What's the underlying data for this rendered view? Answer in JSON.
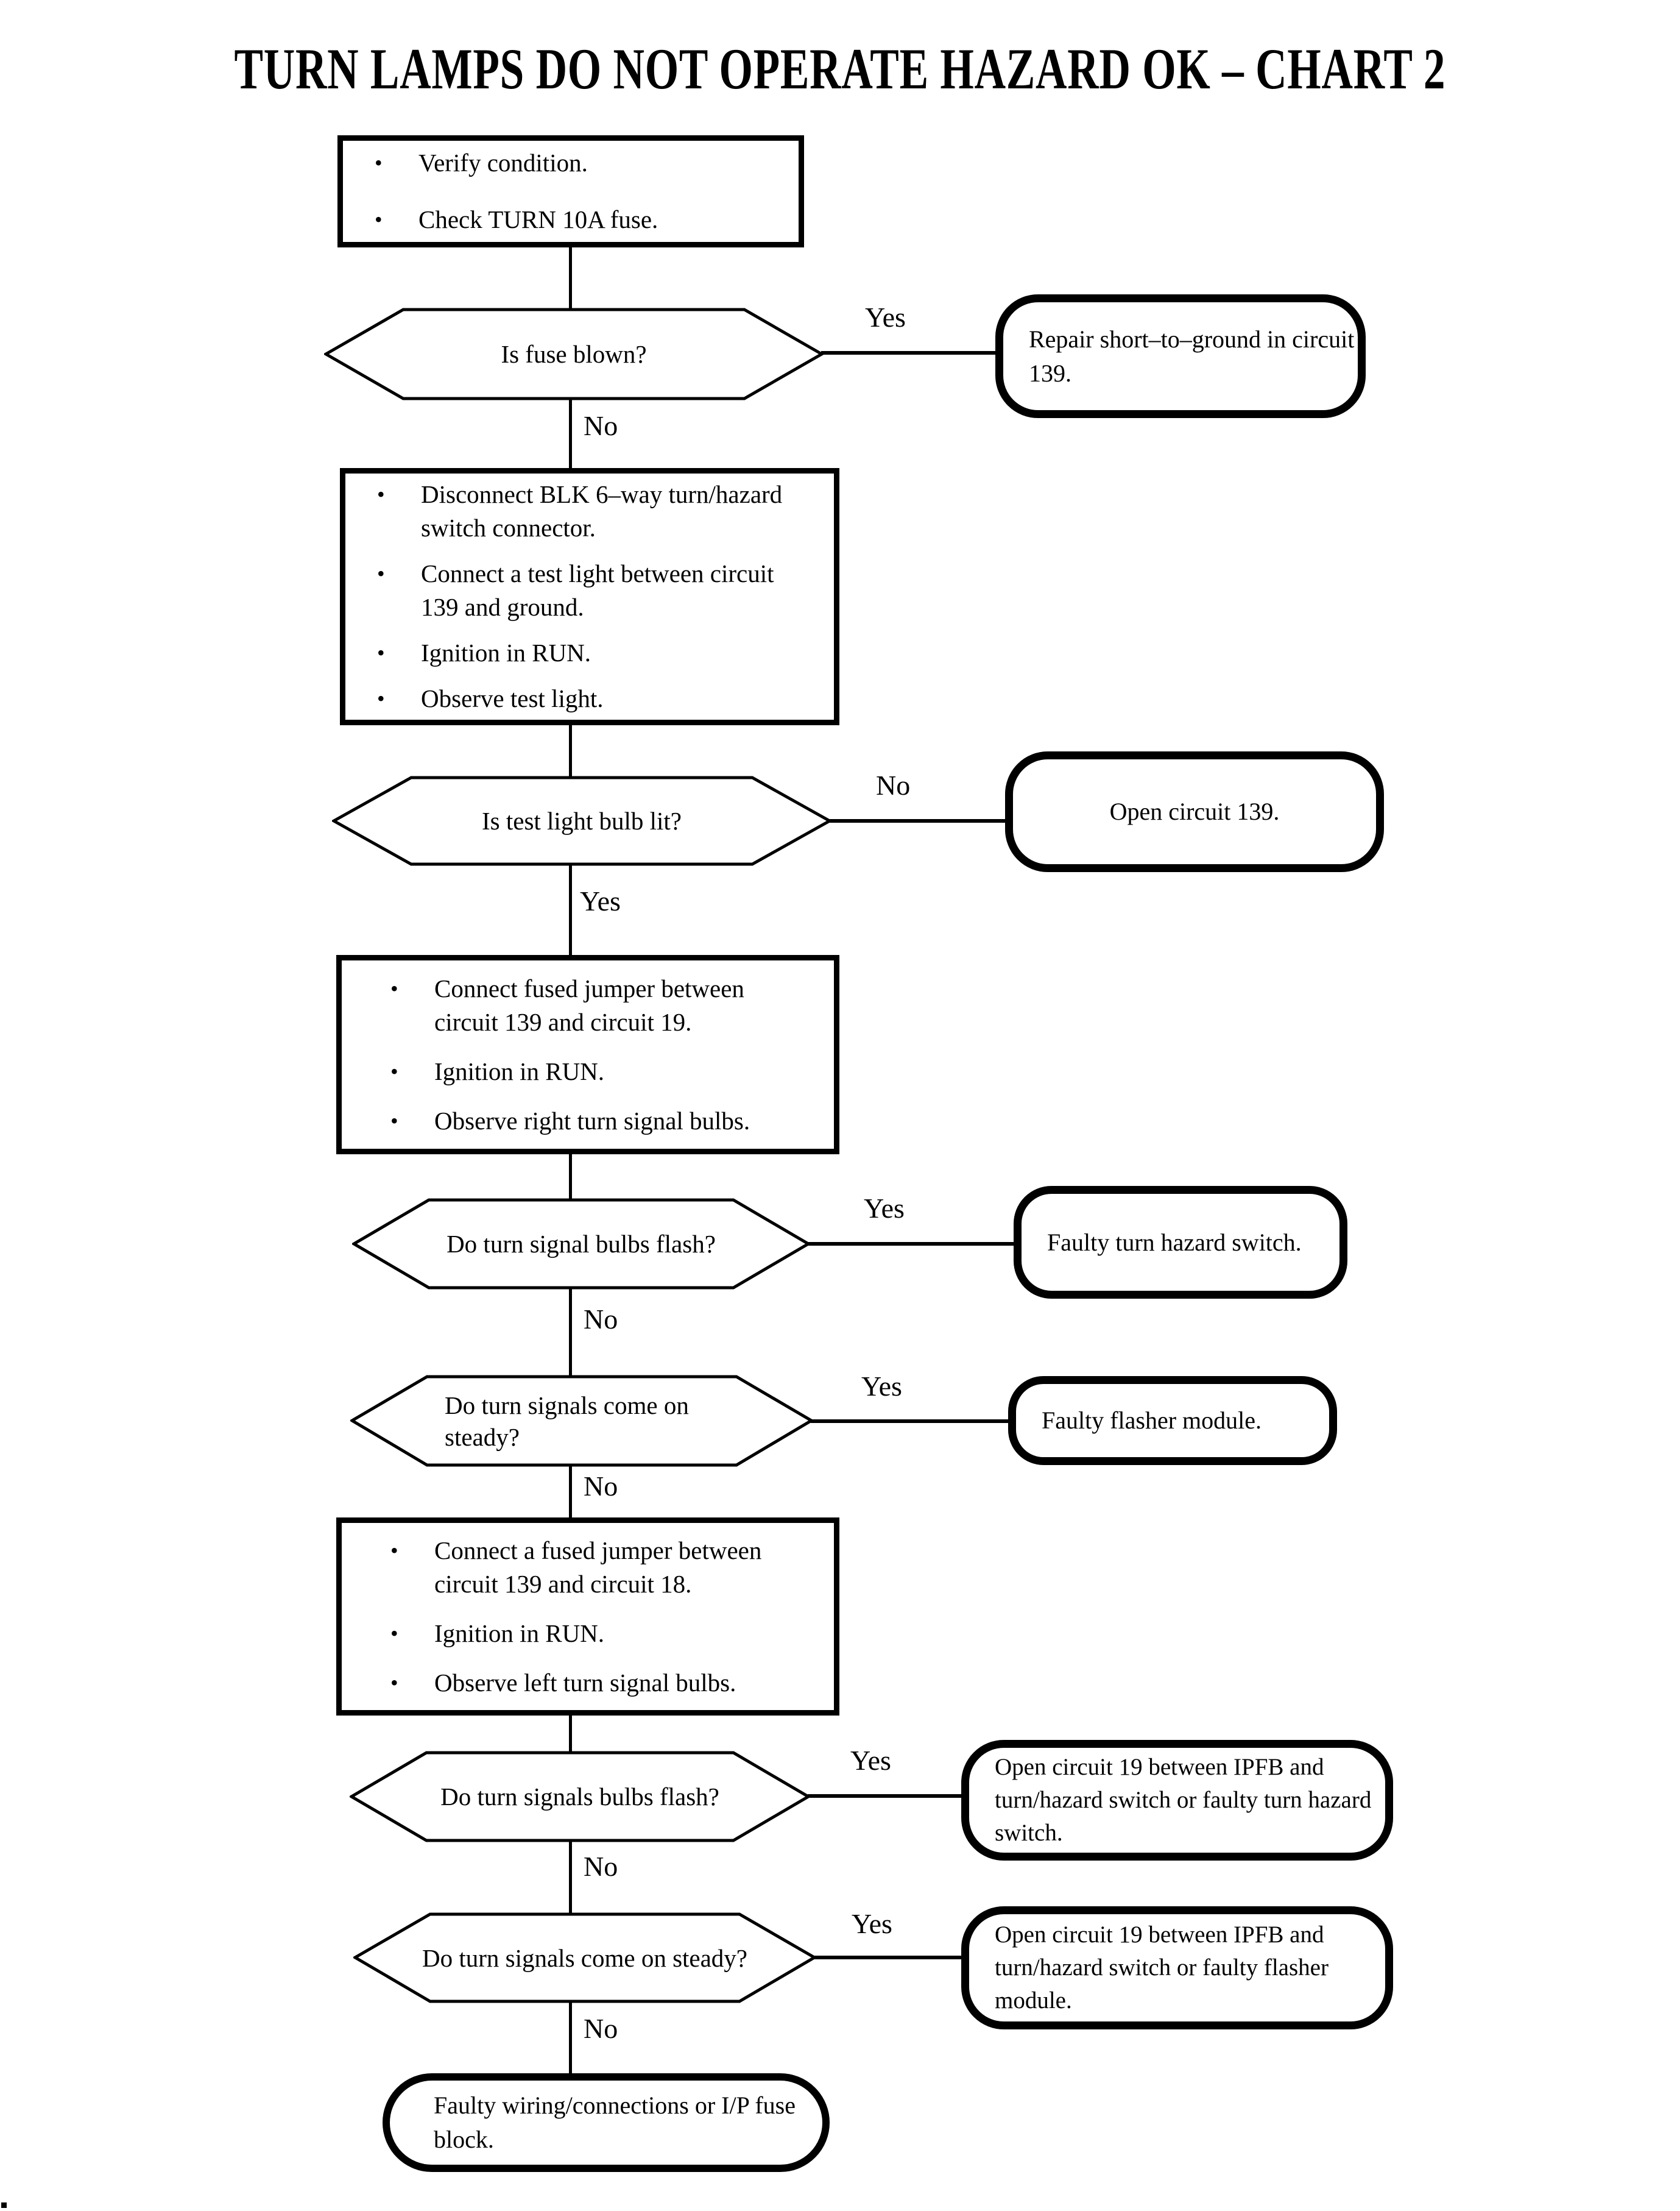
{
  "page": {
    "title": "TURN LAMPS DO NOT OPERATE HAZARD OK – CHART 2"
  },
  "icons": {
    "bullet": "•"
  },
  "flow": {
    "steps": [
      {
        "items": [
          "Verify condition.",
          "Check TURN 10A fuse."
        ]
      },
      {
        "items": [
          "Disconnect BLK 6–way turn/hazard switch connector.",
          "Connect a test light between circuit 139 and ground.",
          "Ignition in RUN.",
          "Observe test light."
        ]
      },
      {
        "items": [
          "Connect fused jumper between circuit 139 and circuit 19.",
          "Ignition in RUN.",
          "Observe right turn signal bulbs."
        ]
      },
      {
        "items": [
          "Connect a fused jumper between circuit 139 and circuit 18.",
          "Ignition in RUN.",
          "Observe left turn signal bulbs."
        ]
      }
    ],
    "decisions": [
      {
        "question": "Is fuse blown?",
        "side_label": "Yes",
        "side_result": "Repair short–to–ground in circuit 139.",
        "down_label": "No"
      },
      {
        "question": "Is test light bulb lit?",
        "side_label": "No",
        "side_result": "Open circuit 139.",
        "down_label": "Yes"
      },
      {
        "question": "Do turn signal bulbs flash?",
        "side_label": "Yes",
        "side_result": "Faulty turn hazard switch.",
        "down_label": "No"
      },
      {
        "question": "Do turn signals come on steady?",
        "side_label": "Yes",
        "side_result": "Faulty flasher module.",
        "down_label": "No"
      },
      {
        "question": "Do turn signals bulbs flash?",
        "side_label": "Yes",
        "side_result": "Open circuit 19 between IPFB and turn/hazard switch or faulty turn hazard switch.",
        "down_label": "No"
      },
      {
        "question": "Do turn signals come on steady?",
        "side_label": "Yes",
        "side_result": "Open circuit 19 between IPFB and turn/hazard switch or faulty flasher module.",
        "down_label": "No"
      }
    ],
    "terminal": "Faulty wiring/connections or I/P fuse block."
  },
  "colors": {
    "ink": "#000000",
    "paper": "#ffffff"
  }
}
